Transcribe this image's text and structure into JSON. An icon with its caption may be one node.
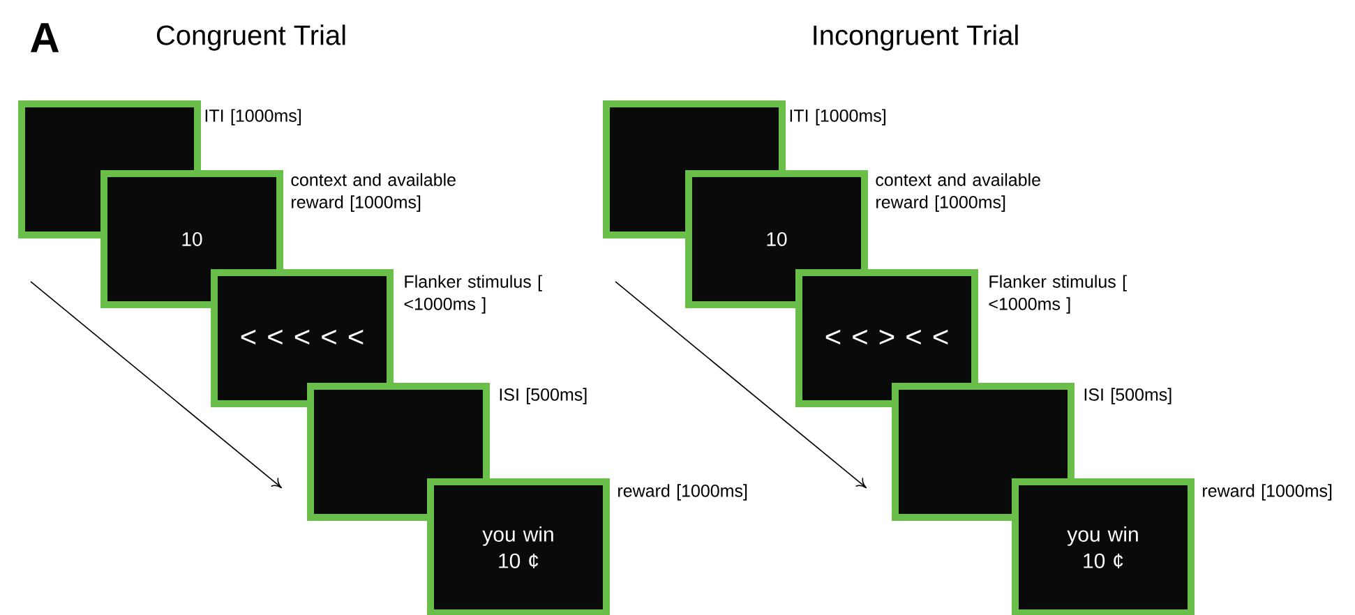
{
  "diagram": {
    "nodes": [
      {
        "text": [],
        "shape": "box",
        "beside": [
          "ITI [1000ms]"
        ]
      },
      {
        "text": [
          "10"
        ],
        "beside": [
          "context and available reward [1000ms]"
        ]
      },
      {
        "text": [
          "< < < < <"
        ],
        "beside": [
          "Flanker stimulus [ <1000ms ]"
        ]
      },
      {
        "text": [],
        "shape": "box",
        "beside": [
          "ISI [500ms]"
        ]
      },
      {
        "text": [
          "you win 10 ¢"
        ],
        "beside": [
          "reward [1000ms]"
        ]
      },
      {
        "text": [],
        "shape": "box",
        "beside": [
          "ITI [1000ms]"
        ]
      },
      {
        "text": [
          "10"
        ],
        "beside": [
          "context and available reward [1000ms]"
        ]
      },
      {
        "text": [
          "< < > < <"
        ],
        "beside": [
          "Flanker stimulus [ <1000ms ]"
        ]
      },
      {
        "text": [],
        "shape": "box",
        "beside": [
          "ISI [500ms]"
        ]
      },
      {
        "text": [
          "you win 10 ¢"
        ],
        "beside": [
          "reward [1000ms]"
        ]
      }
    ],
    "edges": [],
    "labels": [
      "A",
      "Congruent Trial",
      "Incongruent Trial"
    ]
  }
}
